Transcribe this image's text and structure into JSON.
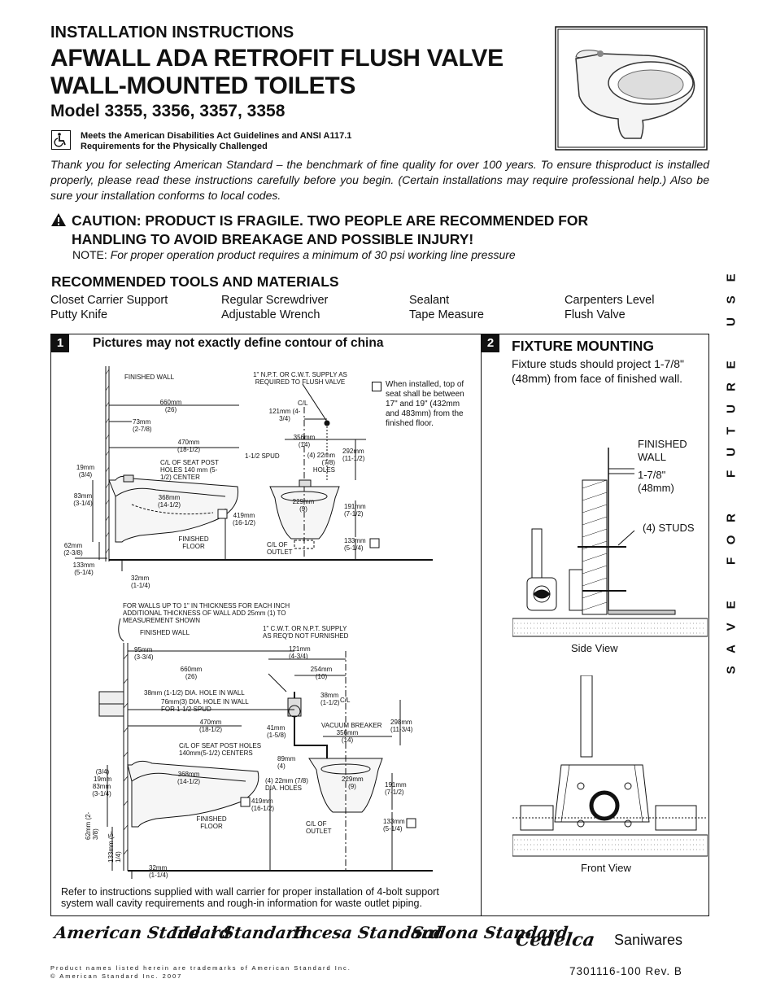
{
  "header": {
    "kicker": "INSTALLATION INSTRUCTIONS",
    "title_line1": "AFWALL ADA RETROFIT FLUSH VALVE",
    "title_line2": "WALL-MOUNTED TOILETS",
    "model": "Model 3355, 3356, 3357, 3358",
    "ada_line1": "Meets the American Disabilities Act Guidelines and ANSI A117.1",
    "ada_line2": "Requirements for the Physically Challenged",
    "ada_icon": "wheelchair-icon",
    "product_image": "wall-mounted-toilet"
  },
  "intro": "Thank you  for selecting American Standard – the benchmark of fine quality for over 100 years. To ensure thisproduct is installed properly, please read these instructions carefully before you begin. (Certain installations may require professional help.) Also be sure your installation conforms to local codes.",
  "caution": {
    "icon": "warning-triangle-icon",
    "line1": "CAUTION: PRODUCT IS FRAGILE. TWO PEOPLE ARE RECOMMENDED FOR",
    "line2": "HANDLING TO AVOID BREAKAGE AND POSSIBLE INJURY!",
    "note_label": "NOTE:",
    "note_text": "For proper operation product requires a minimum of 30 psi working line pressure"
  },
  "tools": {
    "heading": "RECOMMENDED TOOLS AND MATERIALS",
    "col1": [
      "Closet Carrier Support",
      "Putty Knife"
    ],
    "col2": [
      "Regular Screwdriver",
      "Adjustable Wrench"
    ],
    "col3": [
      "Sealant",
      "Tape Measure"
    ],
    "col4": [
      "Carpenters Level",
      "Flush Valve"
    ]
  },
  "sidebar_letters": [
    "E",
    "S",
    "U",
    "",
    "E",
    "R",
    "U",
    "T",
    "U",
    "F",
    "",
    "R",
    "O",
    "F",
    "",
    "E",
    "V",
    "A",
    "S"
  ],
  "step1": {
    "number": "1",
    "title": "Pictures may not exactly define contour of china",
    "ada_note": "When installed, top of seat shall be between 17\" and 19\" (432mm and 483mm) from the finished floor.",
    "top": {
      "finished_wall": "FINISHED WALL",
      "supply": "1\" N.P.T. OR C.W.T. SUPPLY AS REQUIRED TO FLUSH VALVE",
      "d660": "660mm (26)",
      "d121": "121mm (4-3/4)",
      "cl": "C/L",
      "d73": "73mm (2-7/8)",
      "d470": "470mm (18-1/2)",
      "d356": "356mm (14)",
      "spud": "1-1/2 SPUD",
      "holes": "(4) 22mm (7/8) HOLES",
      "d292": "292mm (11-1/2)",
      "seat_post": "C/L OF SEAT POST HOLES 140 mm (5-1/2) CENTER",
      "d19": "19mm (3/4)",
      "d83": "83mm (3-1/4)",
      "d368": "368mm (14-1/2)",
      "d229": "229mm (9)",
      "d419": "419mm (16-1/2)",
      "d191": "191mm (7-1/2)",
      "finished_floor": "FINISHED FLOOR",
      "outlet": "C/L OF OUTLET",
      "d133r": "133mm (5-1/4)",
      "d62": "62mm (2-3/8)",
      "d133": "133mm (5-1/4)",
      "d32": "32mm (1-1/4)"
    },
    "bottom": {
      "walls_note": "FOR WALLS UP TO 1\" IN THICKNESS FOR EACH INCH ADDITIONAL THICKNESS OF WALL ADD 25mm (1) TO MEASUREMENT SHOWN",
      "finished_wall": "FINISHED WALL",
      "supply": "1\" C.W.T. OR N.P.T.  SUPPLY AS REQ'D NOT FURNISHED",
      "d95": "95mm (3-3/4)",
      "d121": "121mm (4-3/4)",
      "d660": "660mm (26)",
      "d254": "254mm (10)",
      "hole38": "38mm (1-1/2) DIA. HOLE IN WALL",
      "hole76": "76mm(3) DIA. HOLE IN WALL FOR 1-1/2 SPUD",
      "d38": "38mm (1-1/2)",
      "cl": "C/L",
      "d470": "470mm (18-1/2)",
      "vacuum": "VACUUM BREAKER",
      "d41": "41mm (1-5/8)",
      "d356": "356mm (14)",
      "d298": "298mm (11-3/4)",
      "seat_post": "C/L OF SEAT POST HOLES 140mm(5-1/2) CENTERS",
      "d89": "89mm (4)",
      "d19": "(3/4) 19mm",
      "d83": "83mm (3-1/4)",
      "d368": "368mm (14-1/2)",
      "holes": "(4) 22mm (7/8) DIA. HOLES",
      "d229": "229mm (9)",
      "d191": "191mm (7-1/2)",
      "d419": "419mm (16-1/2)",
      "finished_floor": "FINISHED FLOOR",
      "outlet": "C/L OF OUTLET",
      "d133r": "133mm (5-1/4)",
      "d62": "62mm (2-3/8)",
      "d133": "133mm (5-1/4)",
      "d32": "32mm (1-1/4)"
    },
    "refer": "Refer to instructions supplied with wall carrier for proper installation of 4-bolt support system wall cavity requirements and rough-in information for waste outlet piping."
  },
  "step2": {
    "number": "2",
    "title": "FIXTURE MOUNTING",
    "text": "Fixture studs should project 1-7/8\" (48mm) from face of finished wall.",
    "finished_wall_1": "FINISHED",
    "finished_wall_2": "WALL",
    "dim_1": "1-7/8\"",
    "dim_2": "(48mm)",
    "studs": "(4) STUDS",
    "side_view": "Side View",
    "front_view": "Front View"
  },
  "footer": {
    "brands": [
      "American Standard",
      "Ideal Standard",
      "Incesa Standard",
      "Sadona Standard",
      "Cedelca"
    ],
    "saniwares": "Saniwares",
    "trademark": "Product names listed herein are trademarks of American Standard Inc.",
    "copyright": "© American Standard Inc. 2007",
    "part_number": "7301116-100 Rev. B"
  }
}
